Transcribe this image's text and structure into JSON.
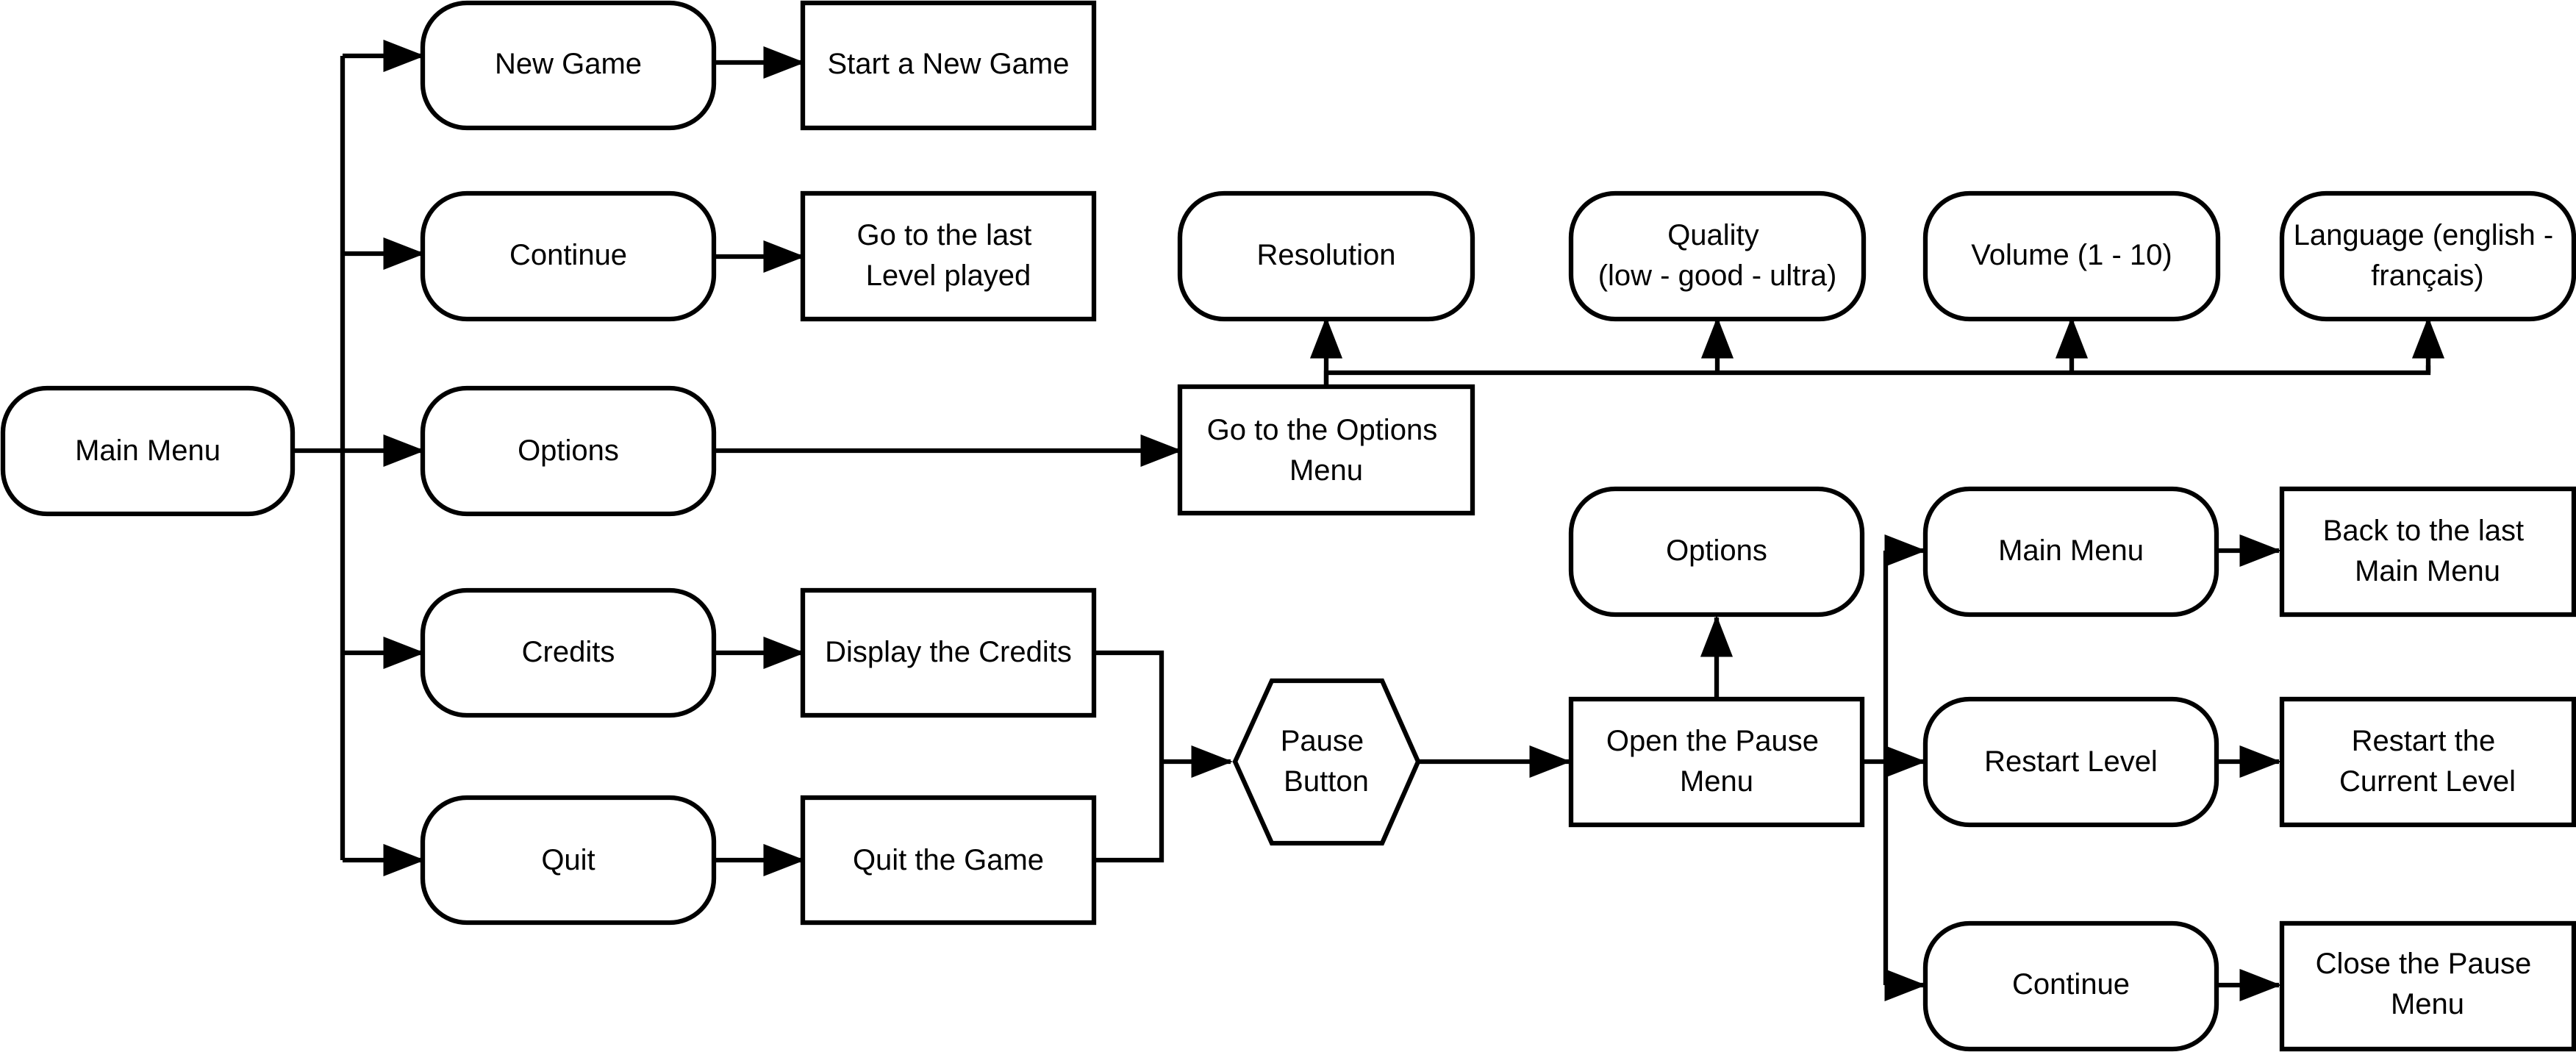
{
  "nodes": {
    "main_menu": {
      "lines": [
        "Main Menu"
      ]
    },
    "new_game": {
      "lines": [
        "New Game"
      ]
    },
    "continue": {
      "lines": [
        "Continue"
      ]
    },
    "options": {
      "lines": [
        "Options"
      ]
    },
    "credits": {
      "lines": [
        "Credits"
      ]
    },
    "quit": {
      "lines": [
        "Quit"
      ]
    },
    "start_new_game": {
      "lines": [
        "Start a New Game"
      ]
    },
    "go_last_level": {
      "lines": [
        "Go to the last",
        "Level played"
      ]
    },
    "go_options_menu": {
      "lines": [
        "Go to the Options",
        "Menu"
      ]
    },
    "display_credits": {
      "lines": [
        "Display the Credits"
      ]
    },
    "quit_game": {
      "lines": [
        "Quit the Game"
      ]
    },
    "resolution": {
      "lines": [
        "Resolution"
      ]
    },
    "quality": {
      "lines": [
        "Quality",
        "(low - good - ultra)"
      ]
    },
    "volume": {
      "lines": [
        "Volume (1 - 10)"
      ]
    },
    "language": {
      "lines": [
        "Language (english -",
        "français)"
      ]
    },
    "pause_button": {
      "lines": [
        "Pause",
        "Button"
      ]
    },
    "open_pause_menu": {
      "lines": [
        "Open the Pause",
        "Menu"
      ]
    },
    "pause_options": {
      "lines": [
        "Options"
      ]
    },
    "pause_main_menu": {
      "lines": [
        "Main Menu"
      ]
    },
    "restart_level": {
      "lines": [
        "Restart Level"
      ]
    },
    "pause_continue": {
      "lines": [
        "Continue"
      ]
    },
    "back_main_menu": {
      "lines": [
        "Back to the last",
        "Main Menu"
      ]
    },
    "restart_current": {
      "lines": [
        "Restart the",
        "Current Level"
      ]
    },
    "close_pause": {
      "lines": [
        "Close the Pause",
        "Menu"
      ]
    }
  }
}
